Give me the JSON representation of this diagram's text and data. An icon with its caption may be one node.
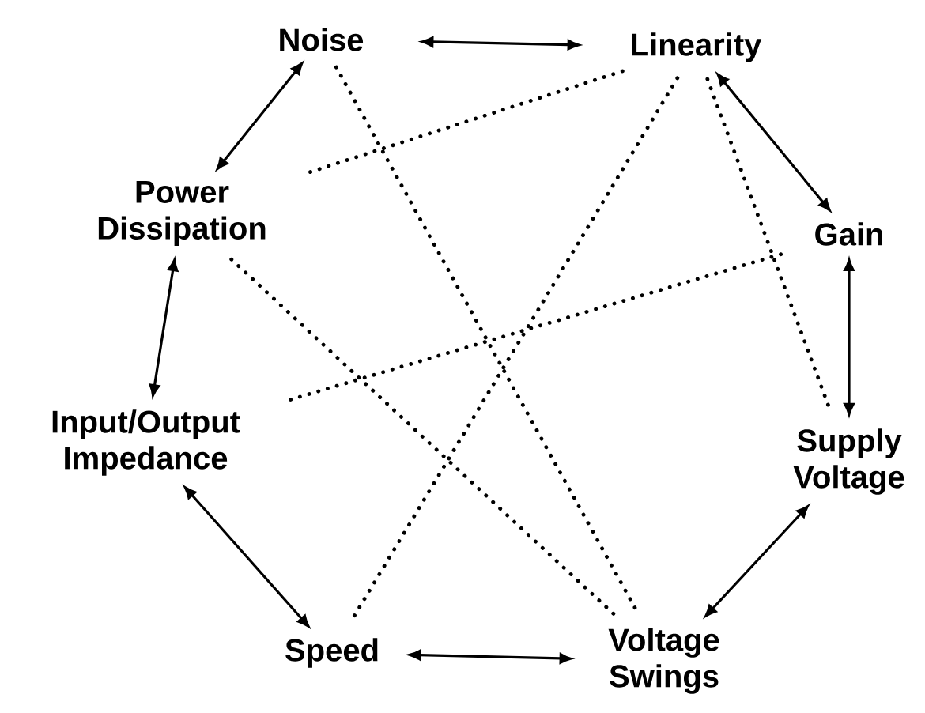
{
  "diagram": {
    "nodes": [
      {
        "text": [
          "Noise"
        ]
      },
      {
        "text": [
          "Linearity"
        ]
      },
      {
        "text": [
          "Gain"
        ]
      },
      {
        "text": [
          "Supply Voltage"
        ]
      },
      {
        "text": [
          "Voltage Swings"
        ]
      },
      {
        "text": [
          "Speed"
        ]
      },
      {
        "text": [
          "Input/Output Impedance"
        ]
      },
      {
        "text": [
          "Power Dissipation"
        ]
      }
    ],
    "edges": [
      {
        "from": 0,
        "to": 1,
        "arrow": "both"
      },
      {
        "from": 1,
        "to": 2,
        "arrow": "both"
      },
      {
        "from": 2,
        "to": 3,
        "arrow": "both"
      },
      {
        "from": 3,
        "to": 4,
        "arrow": "both"
      },
      {
        "from": 4,
        "to": 5,
        "arrow": "both"
      },
      {
        "from": 5,
        "to": 6,
        "arrow": "both"
      },
      {
        "from": 6,
        "to": 7,
        "arrow": "both"
      },
      {
        "from": 7,
        "to": 0,
        "arrow": "both"
      },
      {
        "from": 0,
        "to": 4,
        "arrow": "none",
        "style": "dashed"
      },
      {
        "from": 1,
        "to": 7,
        "arrow": "none",
        "style": "dashed"
      },
      {
        "from": 1,
        "to": 5,
        "arrow": "none",
        "style": "dashed"
      },
      {
        "from": 1,
        "to": 3,
        "arrow": "none",
        "style": "dashed"
      },
      {
        "from": 2,
        "to": 6,
        "arrow": "none",
        "style": "dashed"
      },
      {
        "from": 7,
        "to": 4,
        "arrow": "none",
        "style": "dashed"
      }
    ]
  }
}
